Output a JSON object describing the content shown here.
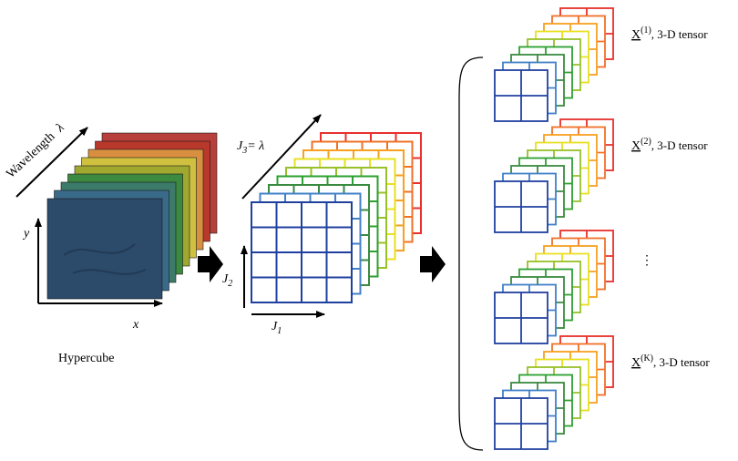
{
  "hypercube": {
    "caption": "Hypercube",
    "axis_wavelength": "Wavelength",
    "axis_wavelength_symbol": "λ",
    "axis_y": "y",
    "axis_x": "x",
    "layer_colors": [
      "#b8403c",
      "#b8382c",
      "#d89040",
      "#d0c040",
      "#a0a830",
      "#3c8a40",
      "#3c7a6a",
      "#3a6a8a",
      "#2c4a6a"
    ]
  },
  "tensor": {
    "axis_j3_main": "J",
    "axis_j3_sub": "3",
    "axis_j3_eq": "= λ",
    "axis_j2_main": "J",
    "axis_j2_sub": "2",
    "axis_j1_main": "J",
    "axis_j1_sub": "1",
    "layer_colors": [
      "#e8302c",
      "#f07028",
      "#f8a020",
      "#e8e020",
      "#98c028",
      "#2ca030",
      "#3a8a40",
      "#4080c8",
      "#2040a0"
    ]
  },
  "subtensors": {
    "items": [
      {
        "symbol": "X",
        "sup": "(1)",
        "suffix": ", 3-D tensor"
      },
      {
        "symbol": "X",
        "sup": "(2)",
        "suffix": ", 3-D tensor"
      },
      {
        "symbol": "X",
        "sup": "(K)",
        "suffix": ", 3-D tensor"
      }
    ],
    "ellipsis": "⋮",
    "layer_colors": [
      "#e8302c",
      "#f07028",
      "#f8a020",
      "#e8e020",
      "#98c028",
      "#2ca030",
      "#3a8a40",
      "#4080c8",
      "#2040a0"
    ]
  }
}
